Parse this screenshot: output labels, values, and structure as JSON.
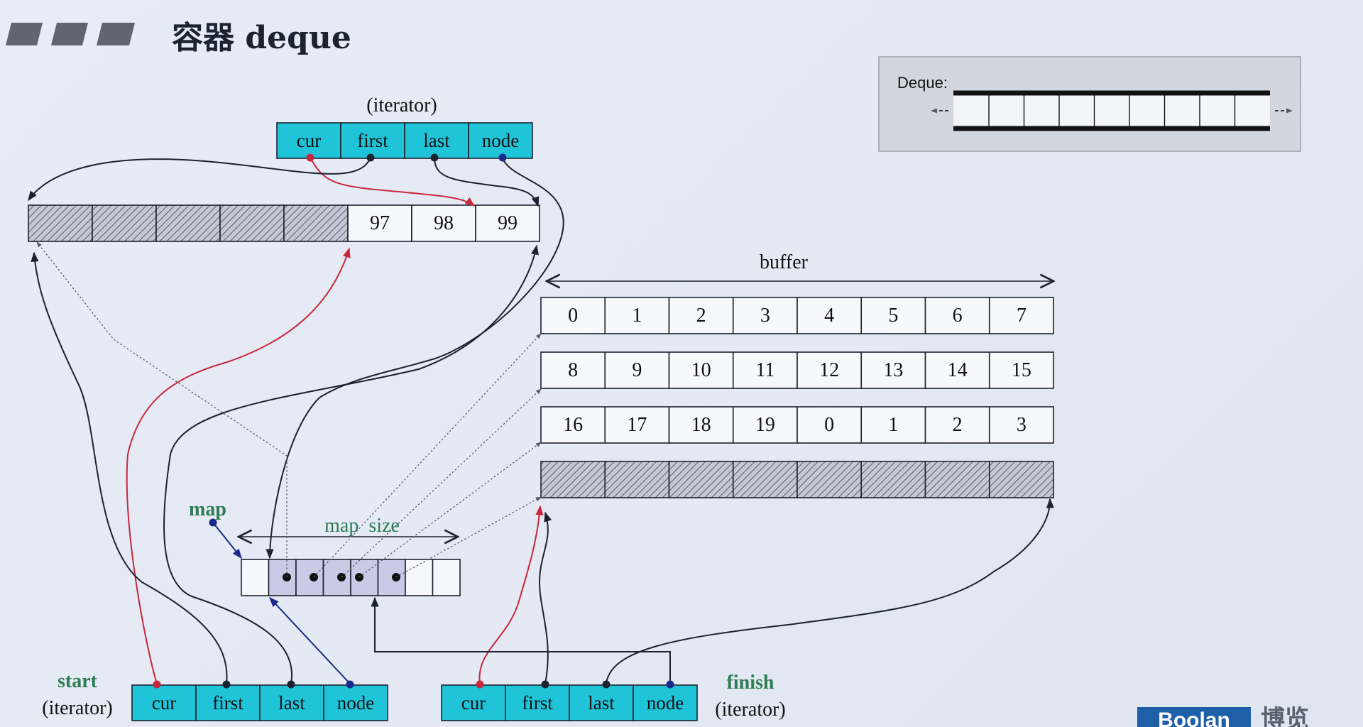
{
  "slide": {
    "title": "容器 deque"
  },
  "inset": {
    "label": "Deque:"
  },
  "top_iterator": {
    "label": "(iterator)",
    "fields": [
      "cur",
      "first",
      "last",
      "node"
    ]
  },
  "top_buffer": {
    "hatched_cells": 5,
    "values": [
      "97",
      "98",
      "99"
    ]
  },
  "buffer": {
    "label": "buffer",
    "rows": [
      [
        "0",
        "1",
        "2",
        "3",
        "4",
        "5",
        "6",
        "7"
      ],
      [
        "8",
        "9",
        "10",
        "11",
        "12",
        "13",
        "14",
        "15"
      ],
      [
        "16",
        "17",
        "18",
        "19",
        "0",
        "1",
        "2",
        "3"
      ]
    ],
    "hatched_row_cells": 8
  },
  "map": {
    "label": "map",
    "size_label": "map  size",
    "slots": 8,
    "filled_slots": [
      1,
      2,
      3,
      4,
      5
    ]
  },
  "start": {
    "label": "start",
    "sublabel": "(iterator)",
    "fields": [
      "cur",
      "first",
      "last",
      "node"
    ]
  },
  "finish": {
    "label": "finish",
    "sublabel": "(iterator)",
    "fields": [
      "cur",
      "first",
      "last",
      "node"
    ]
  },
  "logo": {
    "text": "Boolan",
    "cn": "博览"
  },
  "colors": {
    "cyan": "#1fc4d9",
    "red": "#c8283c",
    "navy": "#1a2a8a",
    "green": "#2e7d55",
    "dark": "#1b2230"
  }
}
